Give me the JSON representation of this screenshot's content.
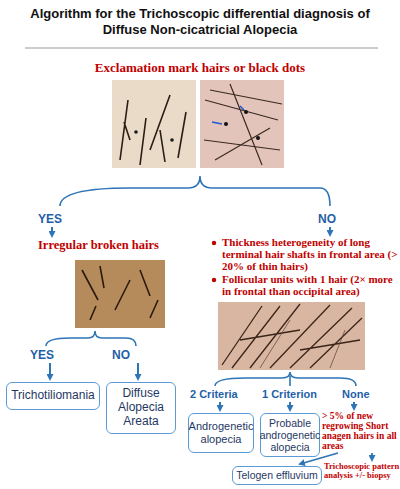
{
  "diagram": {
    "title": "Algorithm for the Trichoscopic differential diagnosis of Diffuse Non-cicatricial Alopecia",
    "nodes": [
      {
        "text": [
          "Trichotiliomania"
        ]
      },
      {
        "text": [
          "Diffuse Alopecia Areata"
        ]
      },
      {
        "text": [
          "Androgenetic alopecia"
        ]
      },
      {
        "text": [
          "Probable androgenetic alopecia"
        ]
      },
      {
        "text": [
          "Telogen effluvium"
        ]
      }
    ],
    "labels": [
      "Exclamation mark hairs or black dots",
      "YES",
      "NO",
      "Irregular broken hairs",
      "Thickness heterogeneity of long terminal hair shafts in frontal area (> 20% of thin hairs)",
      "Follicular units with 1 hair (2× more in frontal than occipital area)",
      "YES",
      "NO",
      "2 Criteria",
      "1 Criterion",
      "None",
      "> 5% of new regrowing Short anagen hairs in all areas",
      "Trichoscopic pattern analysis +/- biopsy"
    ]
  }
}
